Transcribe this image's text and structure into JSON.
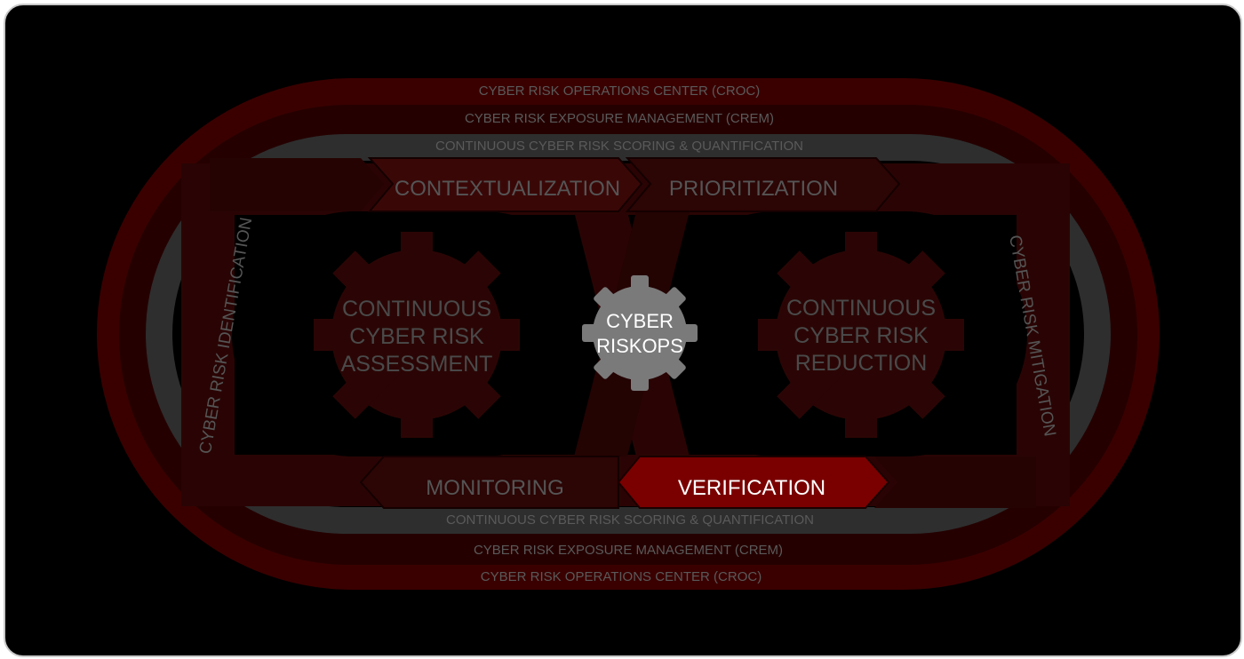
{
  "rings": {
    "outer_top": "CYBER RISK OPERATIONS CENTER (CROC)",
    "middle_top": "CYBER RISK EXPOSURE MANAGEMENT (CREM)",
    "inner_top": "CONTINUOUS CYBER RISK SCORING & QUANTIFICATION",
    "inner_bottom": "CONTINUOUS CYBER RISK SCORING & QUANTIFICATION",
    "middle_bottom": "CYBER RISK EXPOSURE MANAGEMENT (CREM)",
    "outer_bottom": "CYBER RISK OPERATIONS CENTER (CROC)"
  },
  "stages": {
    "contextualization": "CONTEXTUALIZATION",
    "prioritization": "PRIORITIZATION",
    "monitoring": "MONITORING",
    "verification": "VERIFICATION",
    "identification": "CYBER RISK IDENTIFICATION",
    "mitigation": "CYBER RISK MITIGATION"
  },
  "gears": {
    "left": [
      "CONTINUOUS",
      "CYBER RISK",
      "ASSESSMENT"
    ],
    "right": [
      "CONTINUOUS",
      "CYBER RISK",
      "REDUCTION"
    ],
    "center": [
      "CYBER",
      "RISKOPS"
    ]
  },
  "colors": {
    "background": "#000000",
    "croc_ring": "#3a0000",
    "crem_ring": "#250000",
    "scoring_ring": "#2e2e2e",
    "dim_red": "#3a0707",
    "highlight": "#7a0000",
    "dim_text": "#4f4f4f",
    "center_gear": "#7a7a7a",
    "bright_text": "#ffffff"
  },
  "highlighted_stage": "VERIFICATION"
}
